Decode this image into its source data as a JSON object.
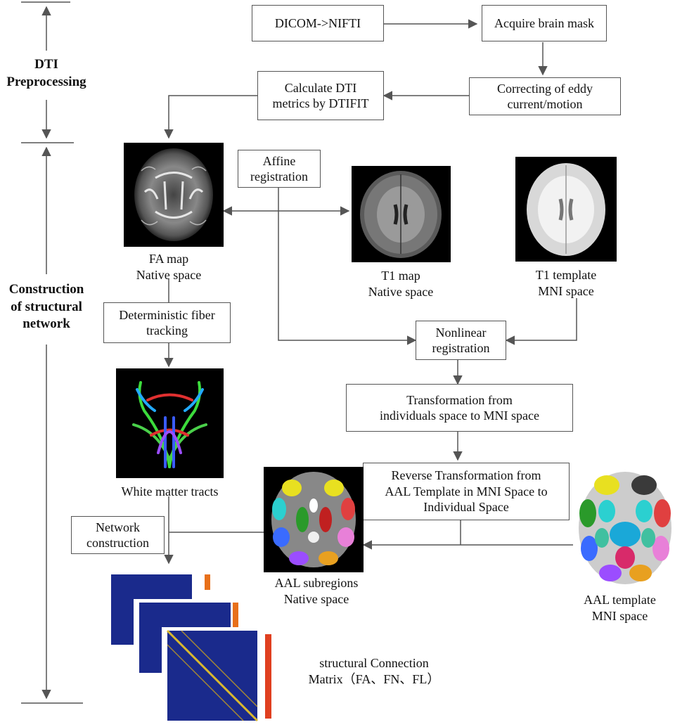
{
  "phases": {
    "dti_preprocessing": "DTI\nPreprocessing",
    "construction": "Construction\nof structural\nnetwork"
  },
  "boxes": {
    "dicom": "DICOM->NIFTI",
    "brain_mask": "Acquire brain mask",
    "eddy": "Correcting of eddy\ncurrent/motion",
    "dtifit": "Calculate DTI\nmetrics by DTIFIT",
    "affine": "Affine\nregistration",
    "fiber": "Deterministic fiber\ntracking",
    "nonlinear": "Nonlinear\nregistration",
    "transform": "Transformation from\nindividuals space to MNI space",
    "reverse": "Reverse Transformation from\nAAL Template in MNI Space to\nIndividual Space",
    "network": "Network\nconstruction"
  },
  "captions": {
    "fa_map": "FA map\nNative space",
    "t1_map": "T1 map\nNative space",
    "t1_template": "T1 template\nMNI space",
    "white_matter": "White matter tracts",
    "aal_subregions": "AAL subregions\nNative space",
    "aal_template": "AAL template\nMNI space",
    "connection_matrix": "structural Connection\nMatrix（FA、FN、FL）"
  },
  "colors": {
    "line": "#555555",
    "matrix_background": "#1a2a8c",
    "brain_background": "#000000"
  }
}
